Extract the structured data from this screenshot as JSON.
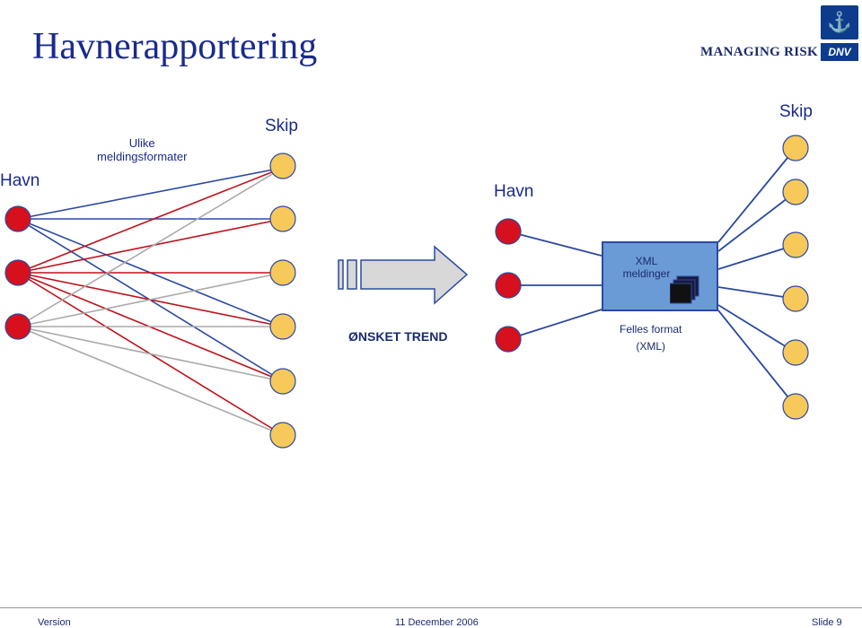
{
  "header": {
    "title": "Havnerapportering",
    "brand_text": "MANAGING RISK",
    "logo_text": "DNV"
  },
  "left_diagram": {
    "havn_label": "Havn",
    "skip_label": "Skip",
    "formats_line1": "Ulike",
    "formats_line2": "meldingsformater"
  },
  "middle": {
    "trend_label": "ØNSKET TREND"
  },
  "right_diagram": {
    "havn_label": "Havn",
    "skip_label": "Skip",
    "xml_line1": "XML",
    "xml_line2": "meldinger",
    "felles_line1": "Felles format",
    "felles_line2": "(XML)"
  },
  "footer": {
    "version": "Version",
    "date": "11 December 2006",
    "slide": "Slide 9"
  },
  "colors": {
    "title": "#1a2a8c",
    "port_node": "#d7101e",
    "ship_node": "#f7c85a",
    "blue_line": "#2a4aa0",
    "red_line": "#c0101a",
    "gray_line": "#aaaaaa",
    "xml_box": "#6b9bd6"
  }
}
